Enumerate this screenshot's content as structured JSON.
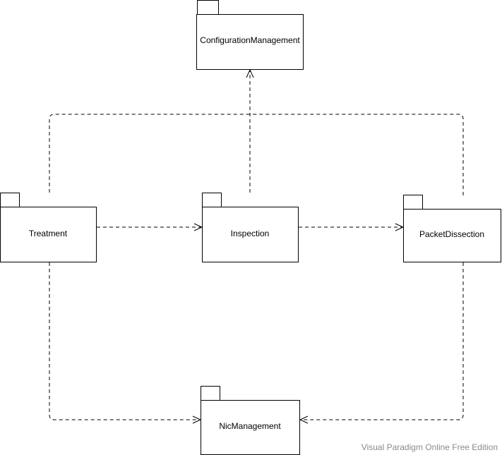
{
  "diagram": {
    "packages": {
      "configuration_management": "ConfigurationManagement",
      "treatment": "Treatment",
      "inspection": "Inspection",
      "packet_dissection": "PacketDissection",
      "nic_management": "NicManagement"
    },
    "dependencies": [
      {
        "from": "Treatment",
        "to": "Inspection"
      },
      {
        "from": "Inspection",
        "to": "PacketDissection"
      },
      {
        "from": "Treatment",
        "to": "ConfigurationManagement"
      },
      {
        "from": "Inspection",
        "to": "ConfigurationManagement"
      },
      {
        "from": "PacketDissection",
        "to": "ConfigurationManagement"
      },
      {
        "from": "Treatment",
        "to": "NicManagement"
      },
      {
        "from": "PacketDissection",
        "to": "NicManagement"
      }
    ]
  },
  "watermark": "Visual Paradigm Online Free Edition",
  "colors": {
    "stroke": "#000000",
    "fill": "#ffffff",
    "watermark": "#8a8a8a"
  }
}
